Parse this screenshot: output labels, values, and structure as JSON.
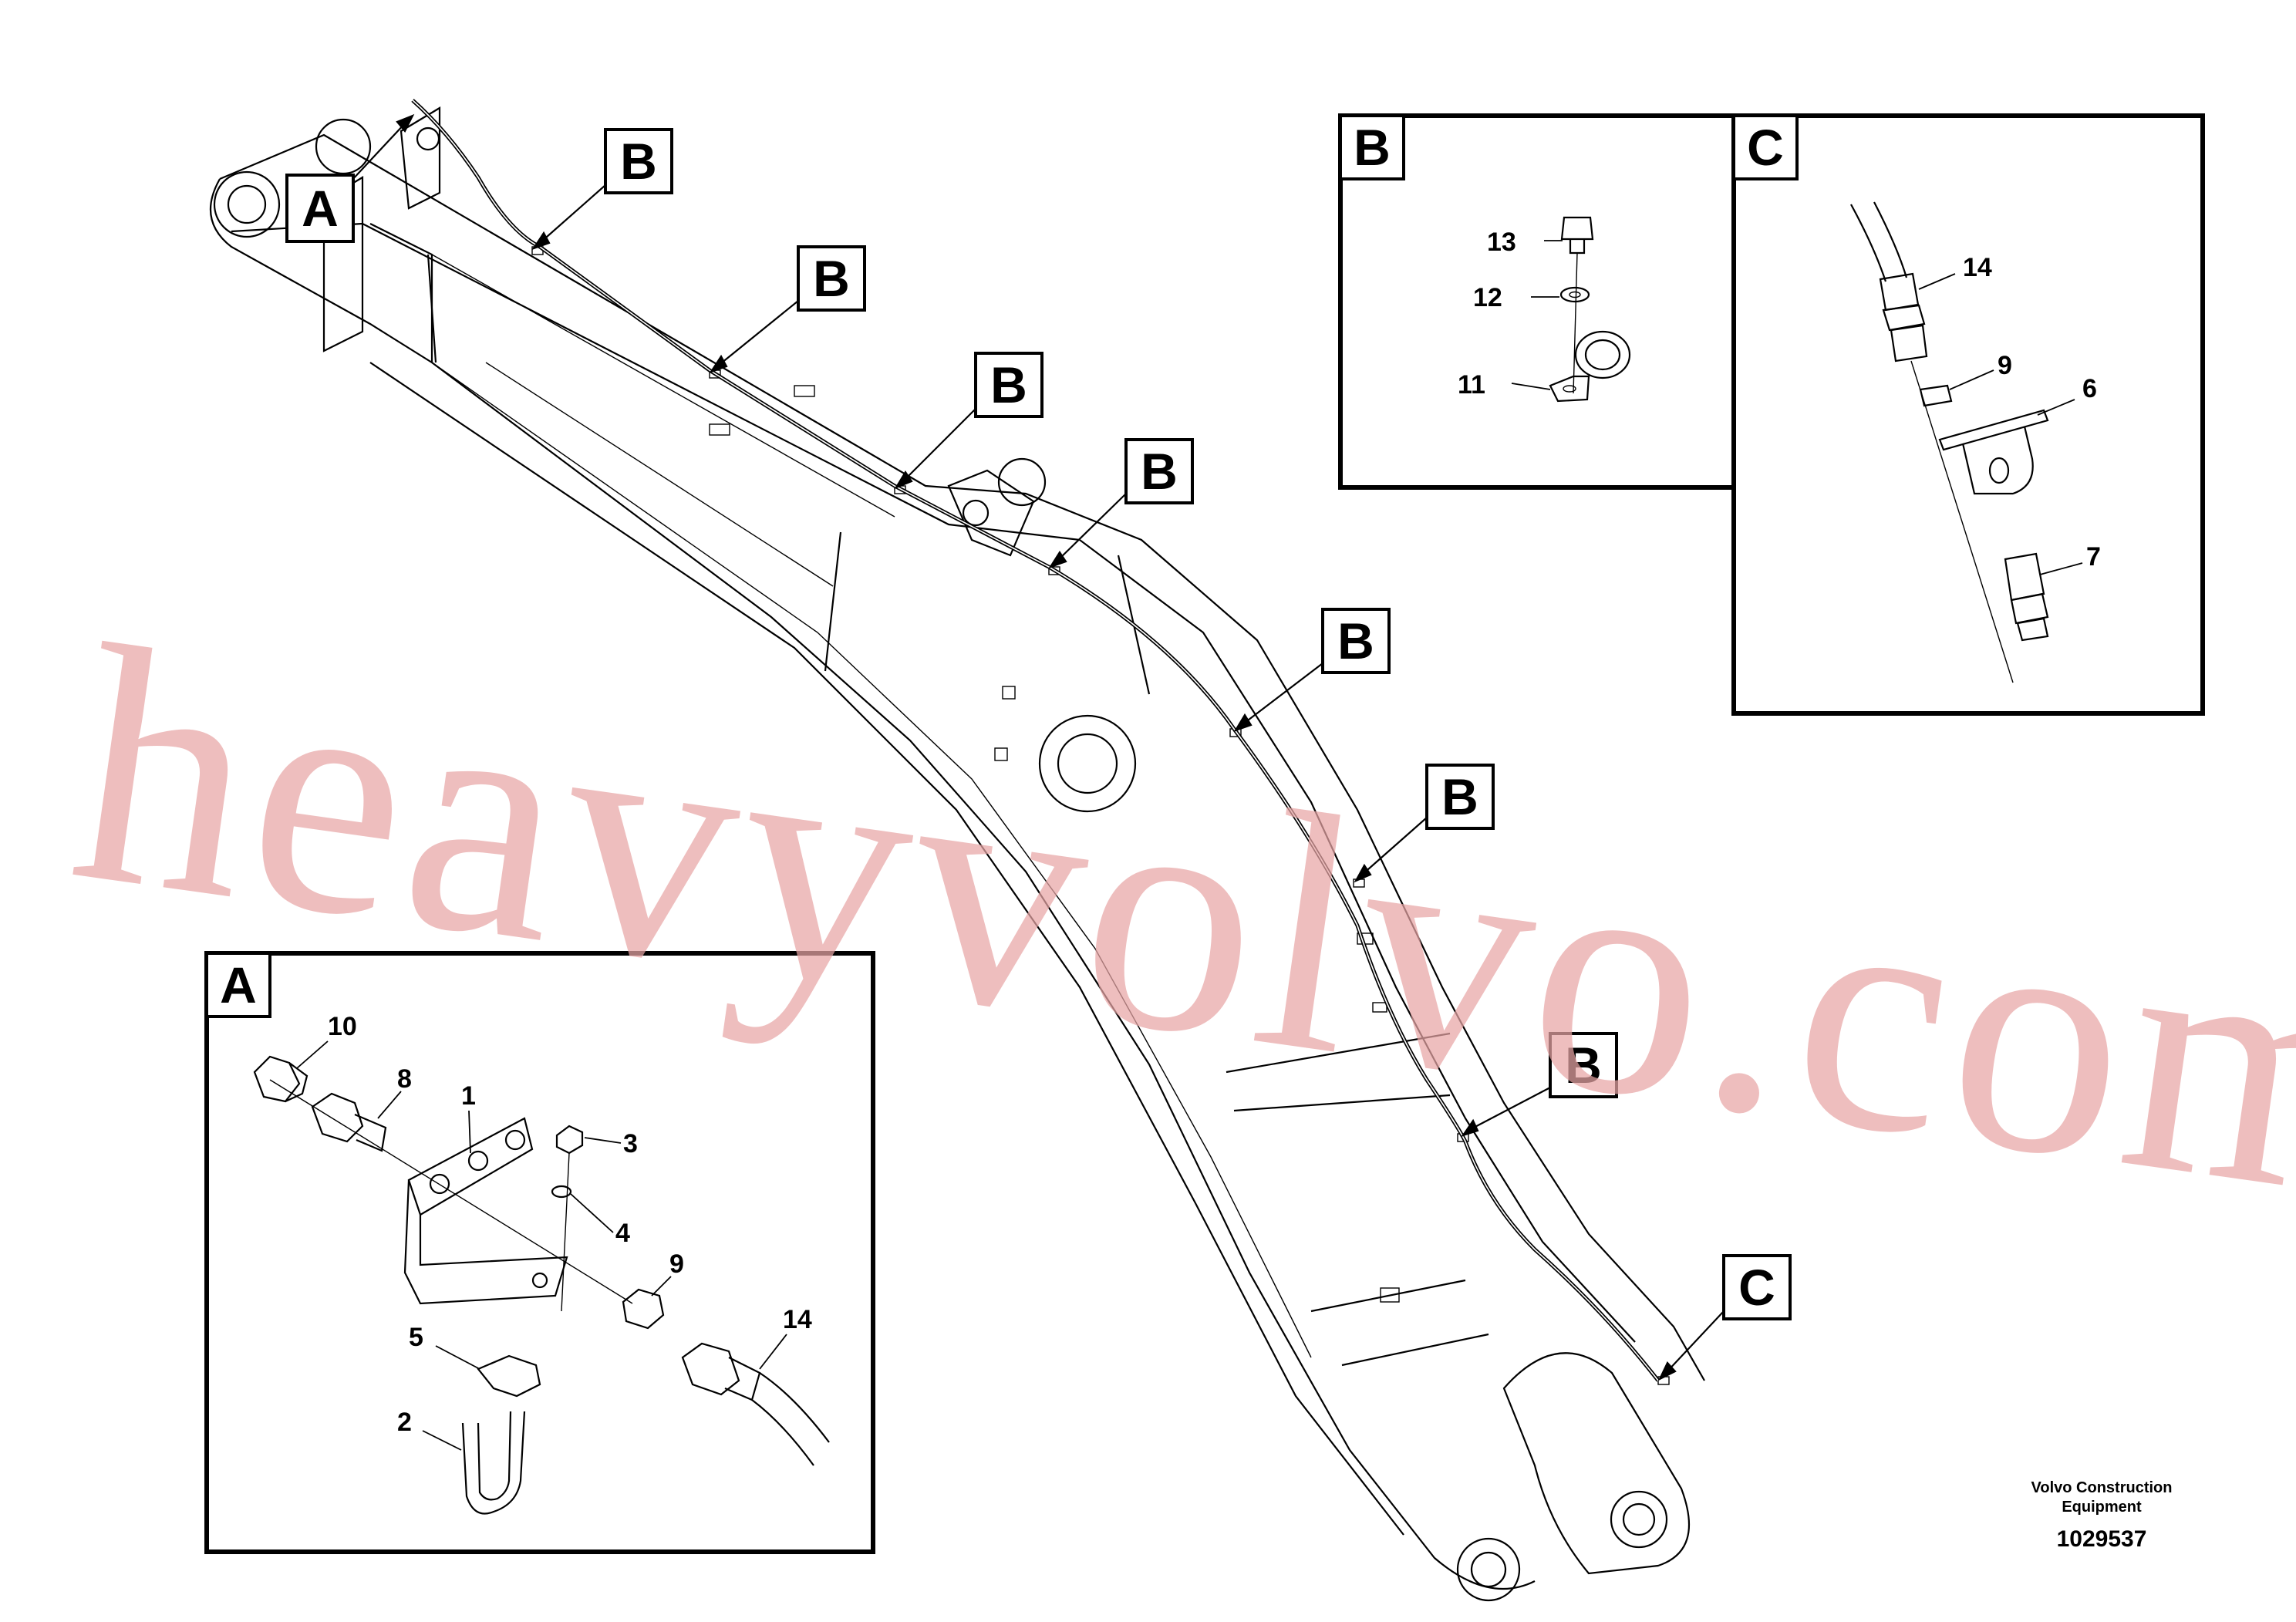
{
  "diagram": {
    "callouts": {
      "a": "A",
      "b": "B",
      "c": "C"
    },
    "detail_a": {
      "title": "A",
      "parts": [
        "10",
        "8",
        "1",
        "3",
        "4",
        "9",
        "14",
        "5",
        "2"
      ]
    },
    "detail_b": {
      "title": "B",
      "parts": [
        "13",
        "12",
        "11"
      ]
    },
    "detail_c": {
      "title": "C",
      "parts": [
        "14",
        "9",
        "6",
        "7"
      ]
    },
    "watermark": "heavyvolvo.com",
    "credit": [
      "Volvo Construction",
      "Equipment"
    ],
    "doc_number": "1029537"
  }
}
